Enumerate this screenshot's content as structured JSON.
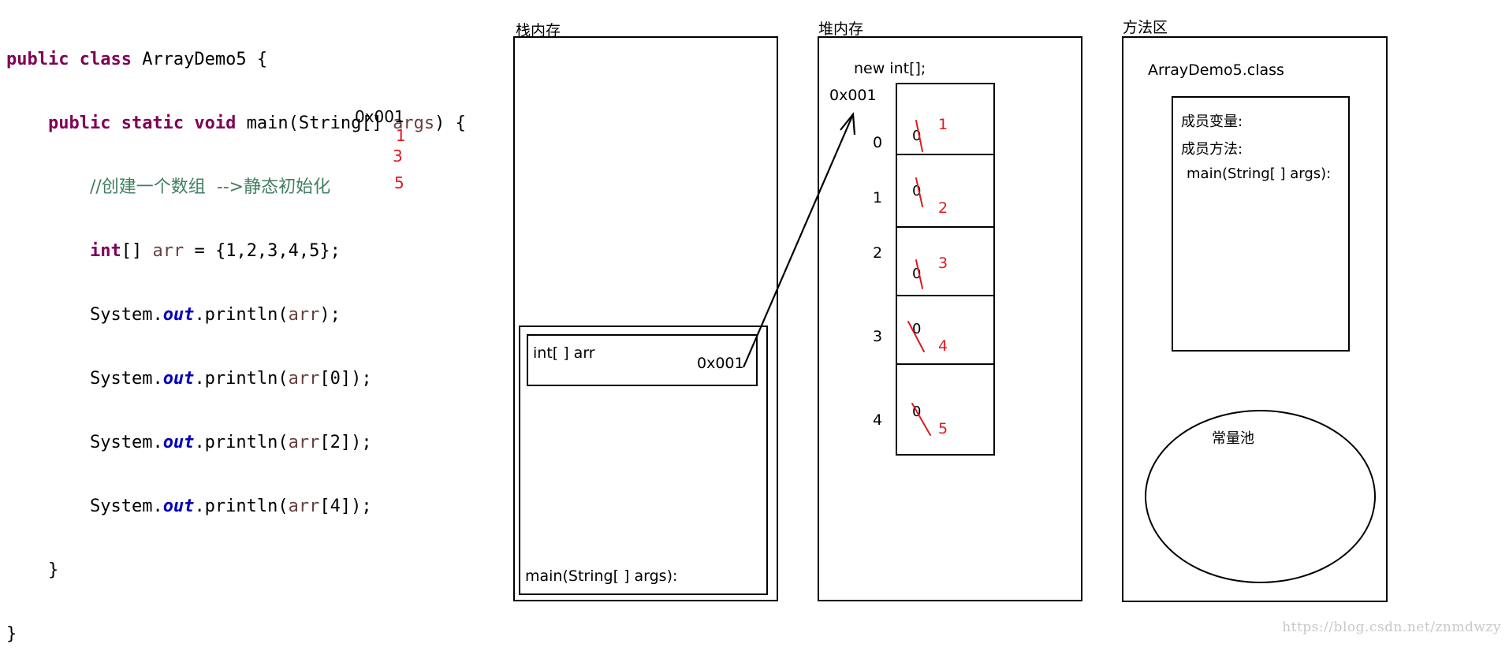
{
  "code": {
    "line1": {
      "kw": "public class",
      "rest": " ArrayDemo5 {"
    },
    "line2": {
      "kw": "public static void",
      "rest": " main(String[] ",
      "var": "args",
      "end": ") {"
    },
    "line3_comment": "//创建一个数组  -->静态初始化",
    "line4": {
      "kw": "int",
      "rest": "[] ",
      "var": "arr",
      "end": " = {1,2,3,4,5};"
    },
    "println": [
      {
        "pre": "System.",
        "out": "out",
        "mid": ".println(",
        "var": "arr",
        "end": ");"
      },
      {
        "pre": "System.",
        "out": "out",
        "mid": ".println(",
        "var": "arr",
        "end": "[0]);"
      },
      {
        "pre": "System.",
        "out": "out",
        "mid": ".println(",
        "var": "arr",
        "end": "[2]);"
      },
      {
        "pre": "System.",
        "out": "out",
        "mid": ".println(",
        "var": "arr",
        "end": "[4]);"
      }
    ],
    "close_inner": "}",
    "close_outer": "}"
  },
  "annotations": {
    "addr": "0x001",
    "out0": "1",
    "out2": "3",
    "out4": "5"
  },
  "stack": {
    "title": "栈内存",
    "var_label": "int[ ] arr",
    "var_value": "0x001",
    "frame_label": "main(String[ ] args):"
  },
  "heap": {
    "title": "堆内存",
    "new_label": "new int[];",
    "address": "0x001",
    "indices": [
      "0",
      "1",
      "2",
      "3",
      "4"
    ],
    "old_values": [
      "0",
      "0",
      "0",
      "0",
      "0"
    ],
    "new_values": [
      "1",
      "2",
      "3",
      "4",
      "5"
    ]
  },
  "method_area": {
    "title": "方法区",
    "class_name": "ArrayDemo5.class",
    "members": [
      "成员变量:",
      "成员方法:",
      "main(String[ ] args):"
    ],
    "constant_pool": "常量池"
  },
  "watermark": "https://blog.csdn.net/znmdwzy",
  "colors": {
    "keyword": "#7f0055",
    "field": "#0000c0",
    "comment": "#3f7f5f",
    "annotation": "#e0191e"
  }
}
